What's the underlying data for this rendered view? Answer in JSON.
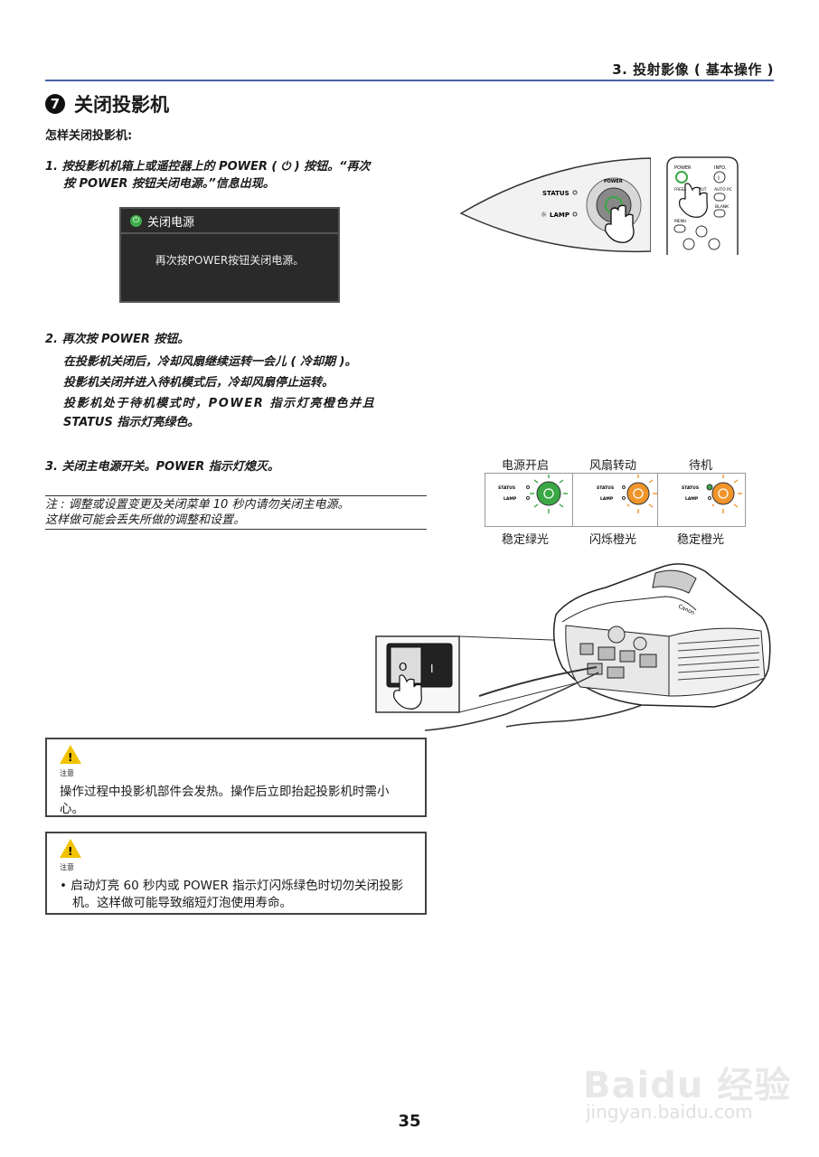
{
  "header": {
    "chapter": "3. 投射影像 ( 基本操作 )"
  },
  "section": {
    "number": "7",
    "title": "关闭投影机"
  },
  "subheading": "怎样关闭投影机:",
  "steps": [
    {
      "line1": "1. 按投影机机箱上或遥控器上的 POWER ( ⏻ ) 按钮。“再次",
      "line2": "按 POWER 按钮关闭电源。”信息出现。"
    },
    {
      "line1": "2. 再次按 POWER 按钮。",
      "sub": [
        "在投影机关闭后，冷却风扇继续运转一会儿 ( 冷却期 )。",
        "投影机关闭并进入待机模式后，冷却风扇停止运转。",
        "投影机处于待机模式时，POWER 指示灯亮橙色并且",
        "STATUS 指示灯亮绿色。"
      ]
    },
    {
      "line1": "3. 关闭主电源开关。POWER 指示灯熄灭。"
    }
  ],
  "message_box": {
    "title": "关闭电源",
    "body": "再次按POWER按钮关闭电源。"
  },
  "note": {
    "line1": "注 : 调整或设置变更及关闭菜单 10 秒内请勿关闭主电源。",
    "line2": "这样做可能会丢失所做的调整和设置。"
  },
  "device_panel": {
    "status": "STATUS",
    "lamp": "LAMP",
    "power": "POWER"
  },
  "remote": {
    "power": "POWER",
    "info": "INFO.",
    "input": "INPUT",
    "autopc": "AUTO PC",
    "blank": "BLANK",
    "menu": "MENU",
    "freeze": "FREEZE"
  },
  "indicators": [
    {
      "top": "电源开启",
      "bottom": "稳定绿光",
      "color": "#3aa845"
    },
    {
      "top": "风扇转动",
      "bottom": "闪烁橙光",
      "color": "#f0952a"
    },
    {
      "top": "待机",
      "bottom": "稳定橙光",
      "color": "#f0952a"
    }
  ],
  "warnings": [
    {
      "tag": "注意",
      "text": "操作过程中投影机部件会发热。操作后立即抬起投影机时需小心。"
    },
    {
      "tag": "注意",
      "text": "•  启动灯亮 60 秒内或 POWER 指示灯闪烁绿色时切勿关闭投影机。这样做可能导致缩短灯泡使用寿命。"
    }
  ],
  "switch": {
    "off": "O",
    "on": "I"
  },
  "brand": "Canon",
  "page_number": "35",
  "watermark": {
    "line1": "Baidu 经验",
    "line2": "jingyan.baidu.com"
  }
}
